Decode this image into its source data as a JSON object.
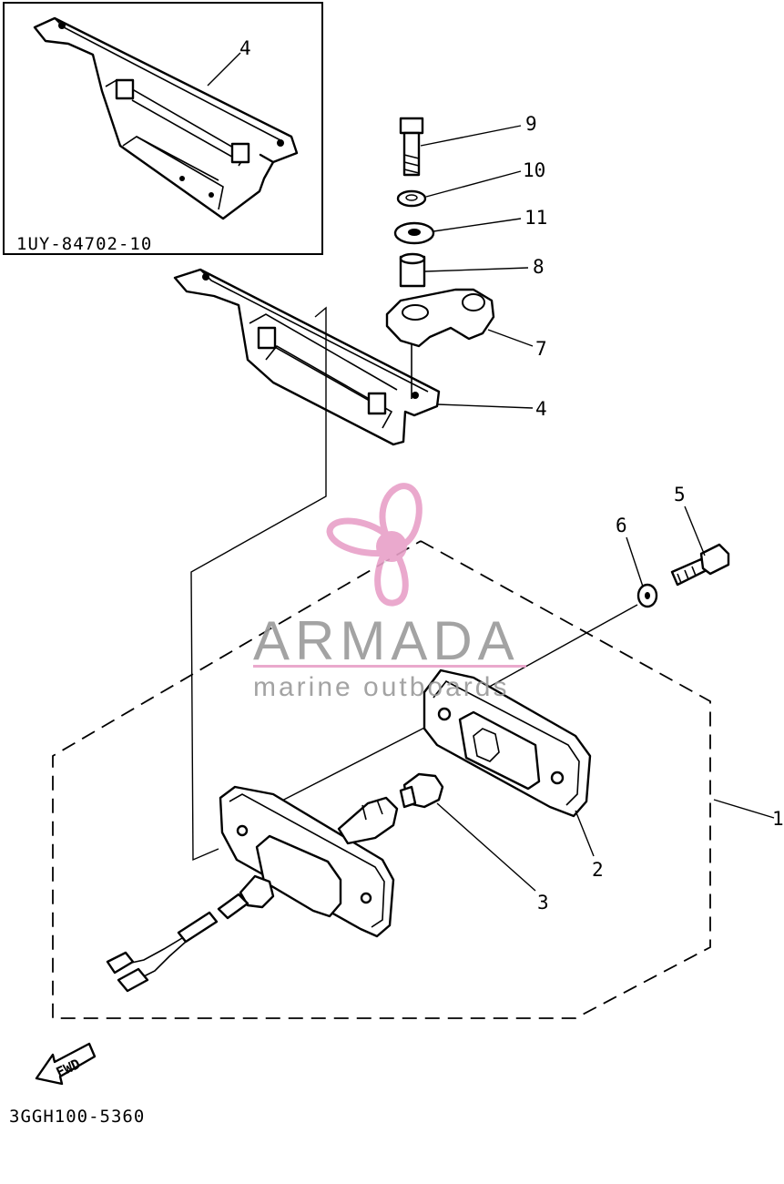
{
  "inset": {
    "code": "1UY-84702-10",
    "callout": "4"
  },
  "callouts": {
    "c1": "1",
    "c2": "2",
    "c3": "3",
    "c4": "4",
    "c5": "5",
    "c6": "6",
    "c7": "7",
    "c8": "8",
    "c9": "9",
    "c10": "10",
    "c11": "11"
  },
  "direction_arrow": {
    "label": "FWD"
  },
  "drawing_code": "3GGH100-5360",
  "watermark": {
    "brand": "ARMADA",
    "tagline": "marine outboards",
    "color": "#e8a0c8",
    "text_color": "#9a9a9a"
  }
}
